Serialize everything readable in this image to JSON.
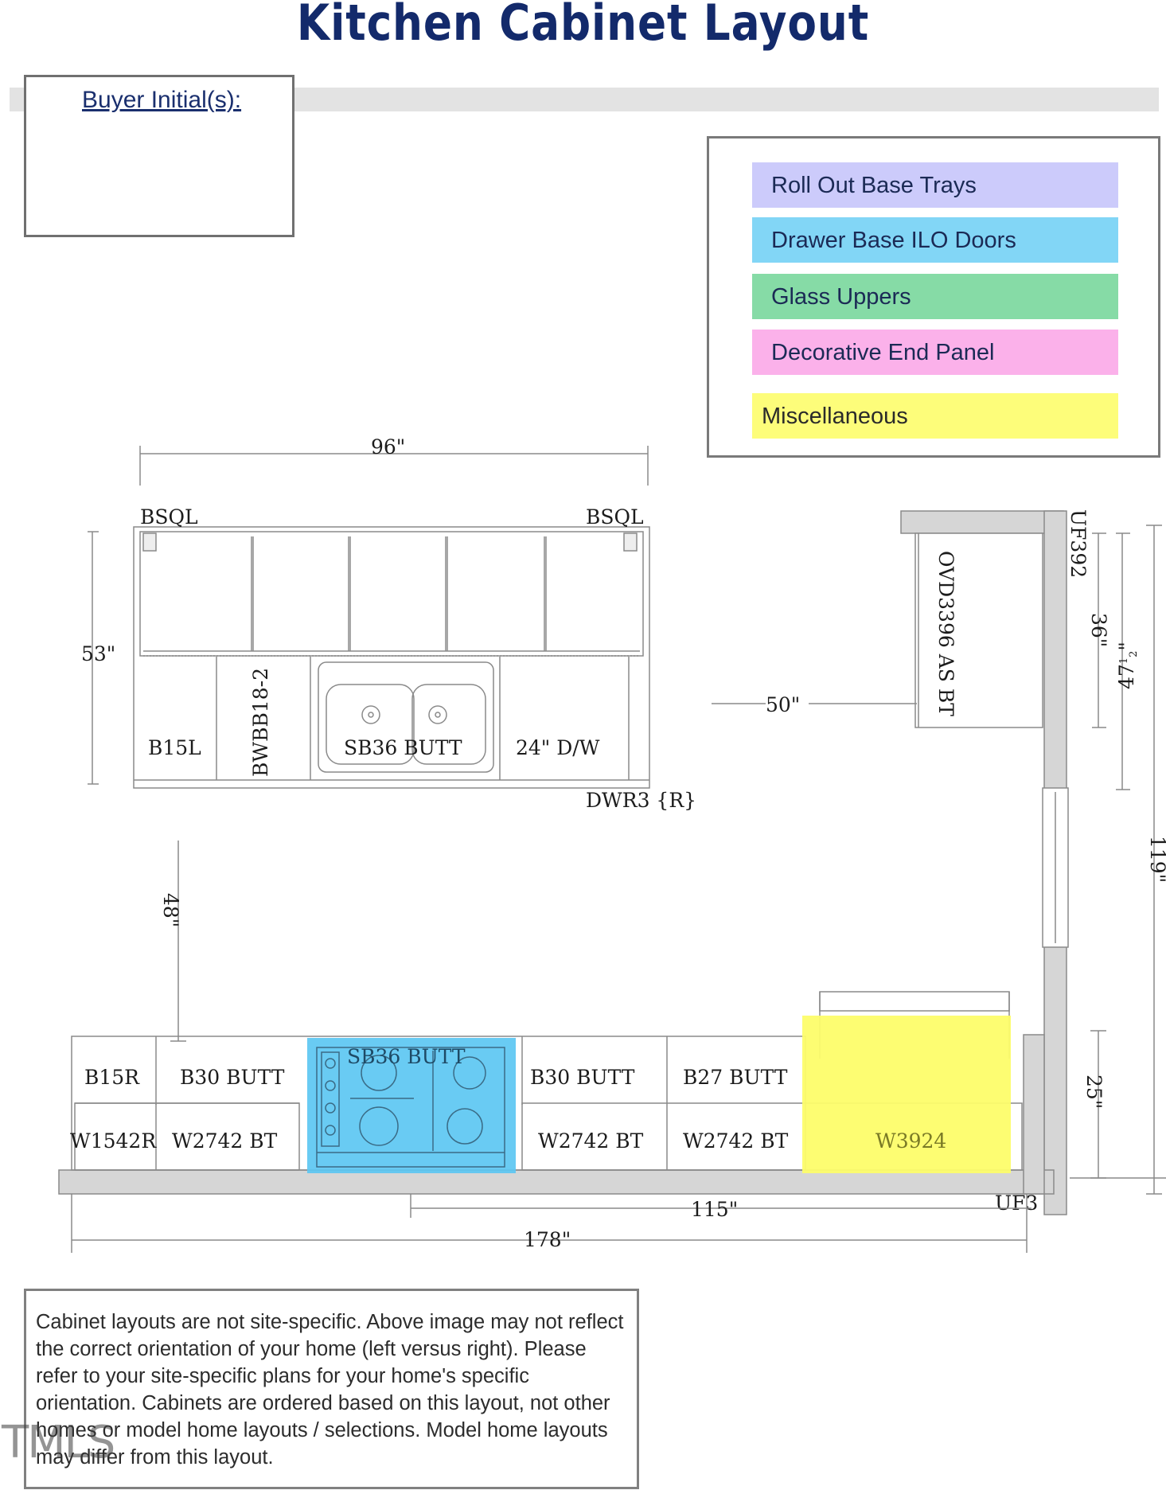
{
  "title": "Kitchen Cabinet Layout",
  "buyer_label": "Buyer Initial(s):",
  "legend": [
    {
      "label": "Roll Out Base Trays",
      "color": "#cccbfb"
    },
    {
      "label": "Drawer Base ILO Doors",
      "color": "#82d6f6"
    },
    {
      "label": "Glass Uppers",
      "color": "#86dba6"
    },
    {
      "label": "Decorative End Panel",
      "color": "#fbb1ea"
    },
    {
      "label": "Miscellaneous",
      "color": "#fdfd7a"
    }
  ],
  "top_run": {
    "width_dim": "96\"",
    "height_dim": "53\"",
    "bsql_left": "BSQL",
    "bsql_right": "BSQL",
    "b15l": "B15L",
    "bwbb": "BWBB18-2",
    "sink": "SB36 BUTT",
    "dw": "24\" D/W",
    "dwr": "DWR3 {R}"
  },
  "right_wall": {
    "uf392": "UF392",
    "ovd": "OVD3396 AS BT",
    "dim_50": "50\"",
    "dim_36": "36\"",
    "dim_47": "47",
    "dim_47_frac_num": "1",
    "dim_47_frac_den": "2",
    "dim_47_unit": "\"",
    "dim_119": "119\"",
    "dim_25": "25\"",
    "uf3": "UF3"
  },
  "aisle_dim": "48\"",
  "bottom_run": {
    "b15r": "B15R",
    "b30_1": "B30 BUTT",
    "sb36": "SB36 BUTT",
    "b30_2": "B30 BUTT",
    "b27": "B27 BUTT",
    "w1542r": "W1542R",
    "w2742_1": "W2742 BT",
    "w2742_2": "W2742 BT",
    "w2742_3": "W2742 BT",
    "w3924": "W3924",
    "dim_115": "115\"",
    "dim_178": "178\""
  },
  "note": "Cabinet layouts are not site-specific. Above image may not reflect the correct orientation of your home (left versus right). Please refer to your site-specific plans for your home's specific orientation. Cabinets are ordered based on this layout, not other homes or model home layouts / selections. Model home layouts may differ from this layout.",
  "watermark": "TMLS"
}
